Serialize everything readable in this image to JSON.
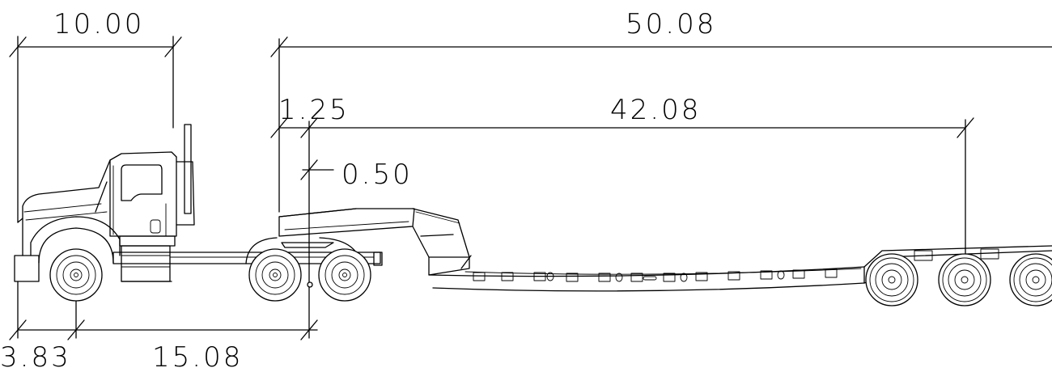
{
  "dimensions": {
    "cab_height": "10.00",
    "overall_length": "50.08",
    "gooseneck_offset": "1.25",
    "deck_length": "42.08",
    "kingpin_offset": "0.50",
    "front_overhang": "3.83",
    "tractor_wheelbase": "15.08"
  }
}
